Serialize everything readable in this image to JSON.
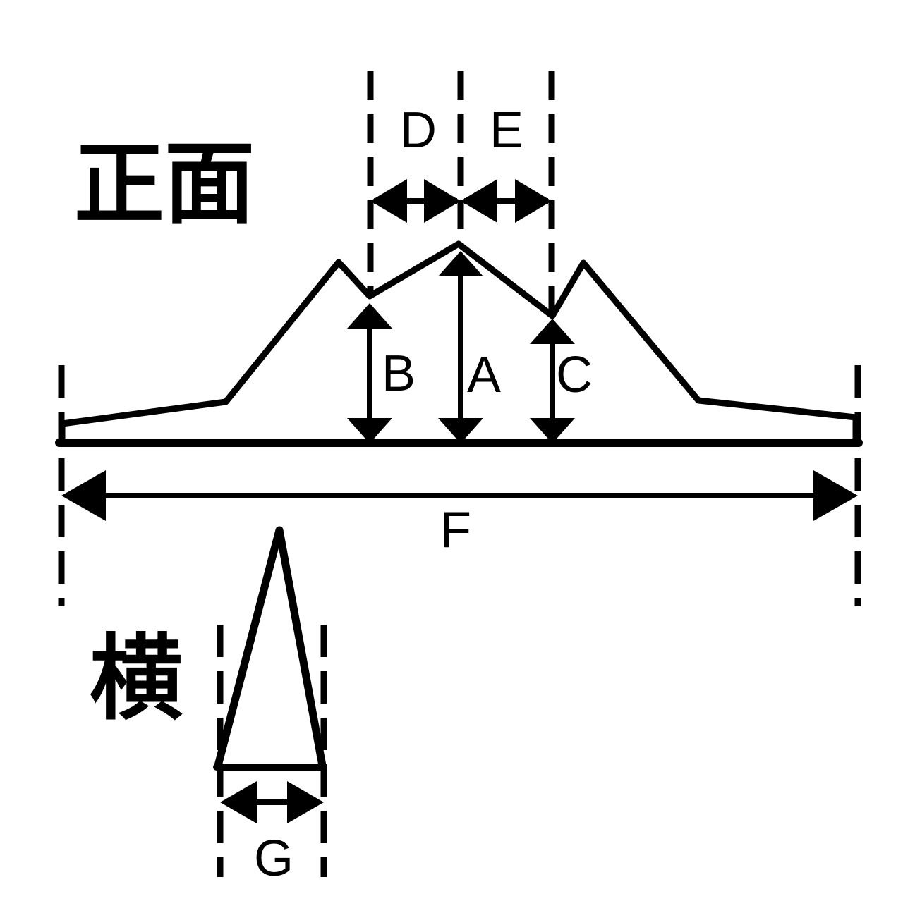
{
  "page": {
    "background_color": "#ffffff",
    "ink_color": "#000000"
  },
  "front_view": {
    "label": "正面",
    "dimension_labels": {
      "a": "A",
      "b": "B",
      "c": "C",
      "d": "D",
      "e": "E",
      "f": "F"
    }
  },
  "side_view": {
    "label": "横",
    "dimension_labels": {
      "g": "G"
    }
  }
}
